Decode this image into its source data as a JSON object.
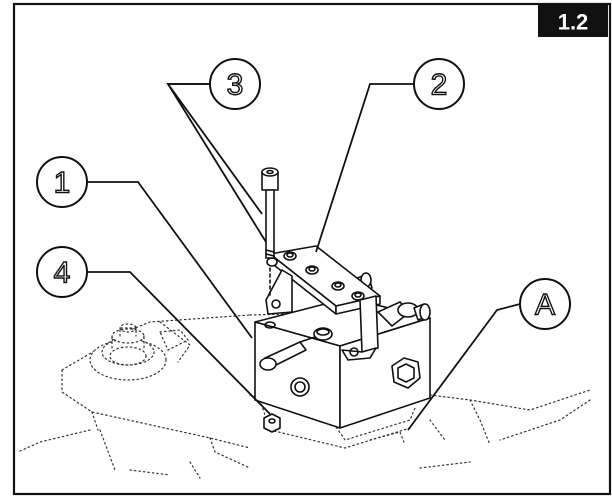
{
  "figure_badge": "1.2",
  "callouts": [
    {
      "id": "callout-1",
      "label": "1"
    },
    {
      "id": "callout-2",
      "label": "2"
    },
    {
      "id": "callout-3",
      "label": "3"
    },
    {
      "id": "callout-4",
      "label": "4"
    },
    {
      "id": "callout-a",
      "label": "A"
    }
  ]
}
